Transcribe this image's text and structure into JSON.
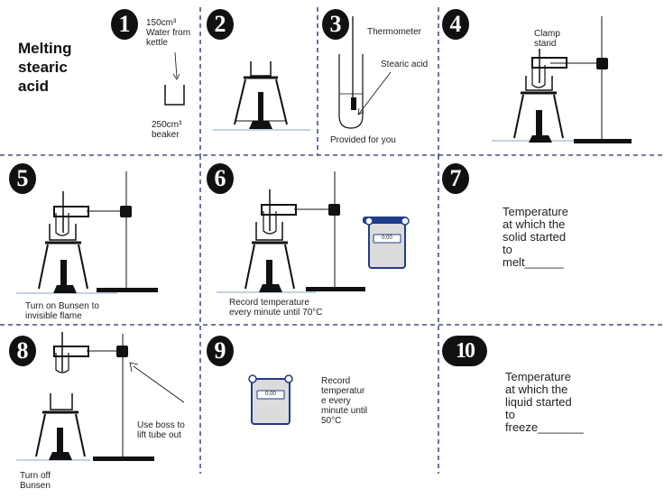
{
  "title": "Melting stearic acid",
  "steps": {
    "s1": {
      "number": "1",
      "water_label": "150cm³\nWater from\nkettle",
      "beaker_label": "250cm³\nbeaker"
    },
    "s2": {
      "number": "2"
    },
    "s3": {
      "number": "3",
      "thermometer_label": "Thermometer",
      "acid_label": "Stearic acid",
      "provided_label": "Provided for you"
    },
    "s4": {
      "number": "4",
      "clamp_label": "Clamp\nstand"
    },
    "s5": {
      "number": "5",
      "caption": "Turn on Bunsen  to\ninvisible flame"
    },
    "s6": {
      "number": "6",
      "caption": "Record temperature\nevery minute until 70°C",
      "timer_display": "0.00"
    },
    "s7": {
      "number": "7",
      "text": "Temperature\nat which the\nsolid started\nto\nmelt______"
    },
    "s8": {
      "number": "8",
      "caption": "Turn off\nBunsen",
      "boss_label": "Use boss to\nlift tube out"
    },
    "s9": {
      "number": "9",
      "text": "Record\ntemperatur\ne every\nminute until\n50°C",
      "timer_display": "0.00"
    },
    "s10": {
      "number": "10",
      "text": "Temperature\nat which the\nliquid started\nto\nfreeze_______"
    }
  },
  "colors": {
    "divider": "#1f2a6b",
    "timer_fill": "#dcdcdc",
    "timer_border": "#1f3c8a",
    "ink": "#111111"
  }
}
